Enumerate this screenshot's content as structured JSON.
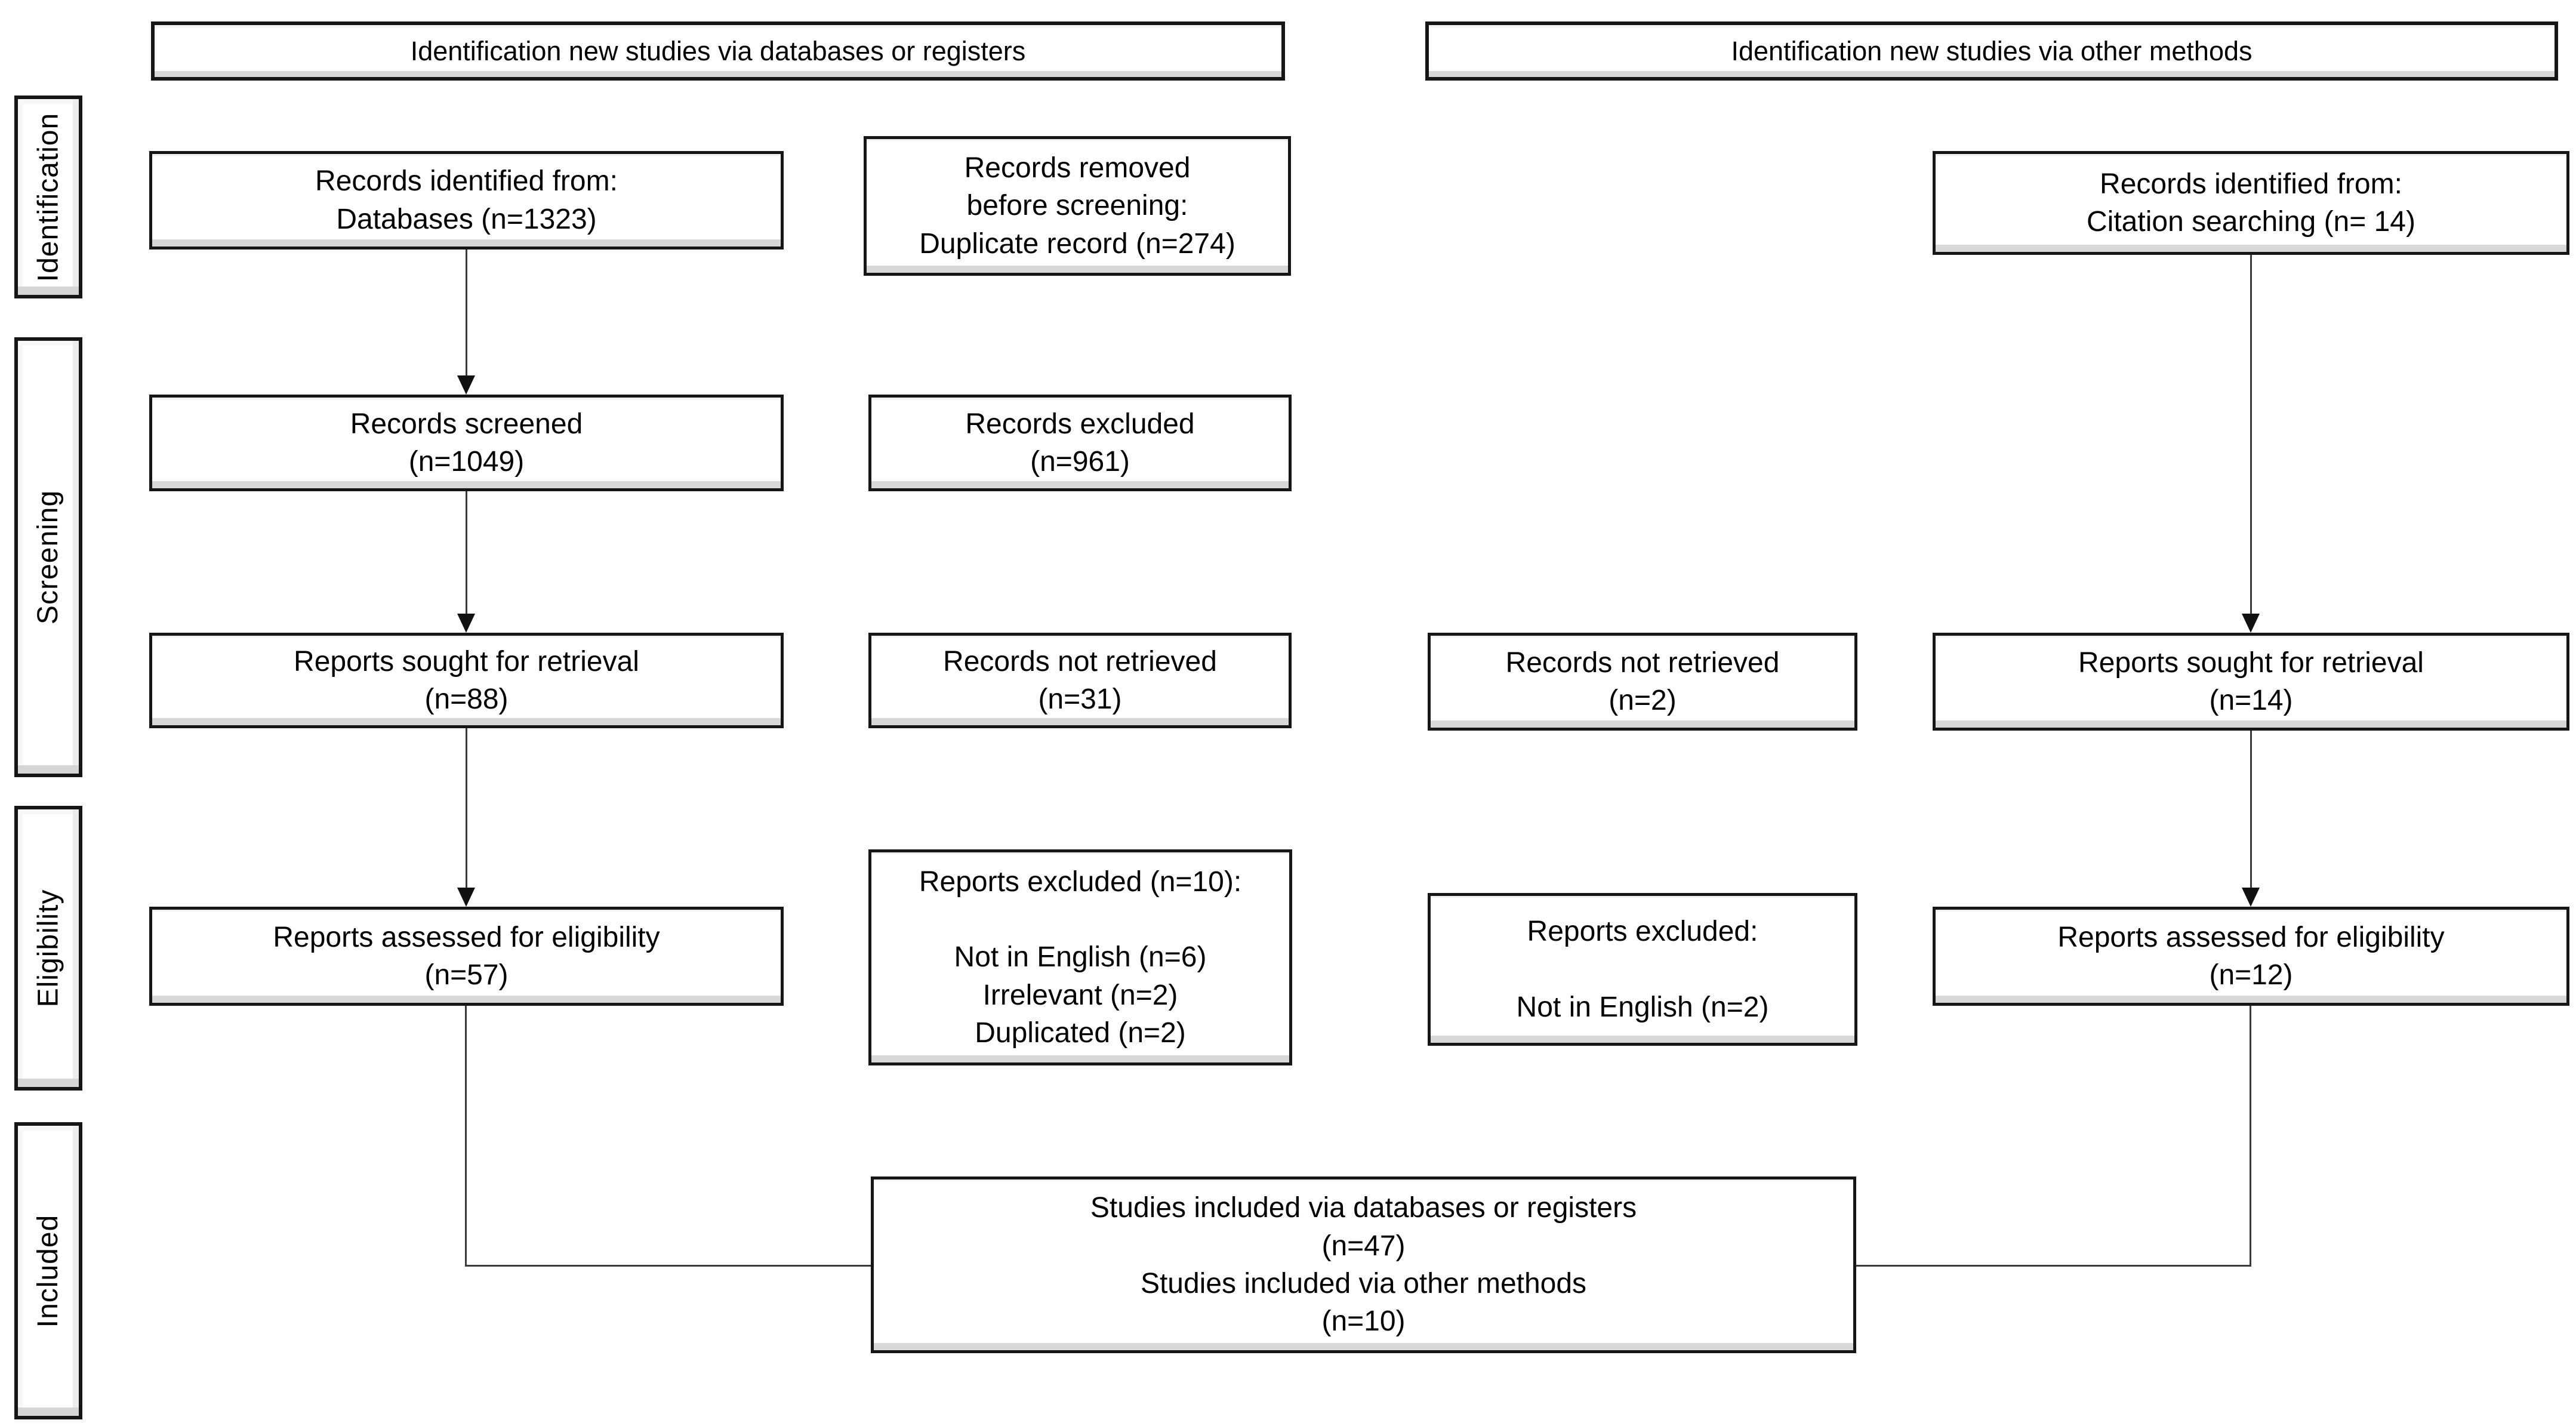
{
  "headers": {
    "databases": "Identification new studies via databases or registers",
    "other_methods": "Identification new studies via other methods"
  },
  "stages": {
    "identification": "Identification",
    "screening": "Screening",
    "eligibility": "Eligibility",
    "included": "Included"
  },
  "boxes": {
    "records_identified_databases": "Records identified from:\nDatabases (n=1323)",
    "records_removed_before_screening": "Records removed\nbefore screening:\nDuplicate record (n=274)",
    "records_identified_citation": "Records identified from:\nCitation searching (n= 14)",
    "records_screened": "Records screened\n(n=1049)",
    "records_excluded": "Records excluded\n(n=961)",
    "reports_sought_databases": "Reports sought for retrieval\n(n=88)",
    "records_not_retrieved_databases": "Records not retrieved\n(n=31)",
    "records_not_retrieved_other": "Records not retrieved\n(n=2)",
    "reports_sought_other": "Reports sought for retrieval\n(n=14)",
    "reports_assessed_databases": "Reports assessed for eligibility\n(n=57)",
    "reports_excluded_databases": "Reports excluded (n=10):\n\nNot in English (n=6)\nIrrelevant (n=2)\nDuplicated (n=2)",
    "reports_excluded_other": "Reports excluded:\n\nNot in English (n=2)",
    "reports_assessed_other": "Reports assessed for eligibility\n(n=12)",
    "studies_included": "Studies included via databases or registers\n(n=47)\nStudies included via other methods\n(n=10)"
  },
  "colors": {
    "box_border": "#161616",
    "box_fill": "#ffffff",
    "bevel": "#d8d8d8",
    "connector": "#3a3a3a"
  }
}
